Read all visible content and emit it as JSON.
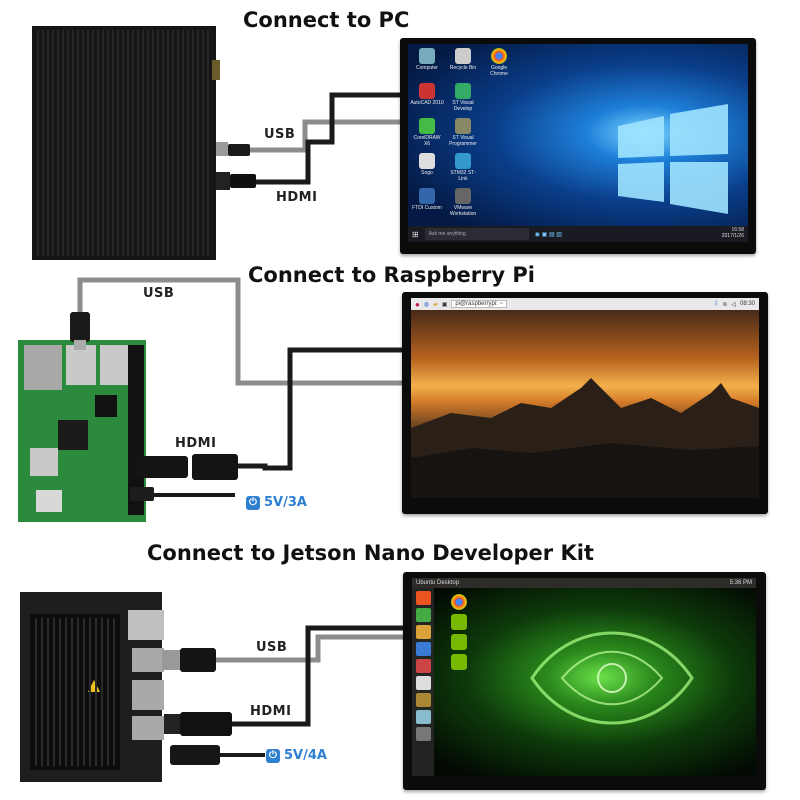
{
  "sections": {
    "pc": {
      "title": "Connect to PC",
      "usb_label": "USB",
      "hdmi_label": "HDMI"
    },
    "raspberry": {
      "title": "Connect to Raspberry Pi",
      "usb_label": "USB",
      "hdmi_label": "HDMI",
      "power_label": "5V/3A"
    },
    "jetson": {
      "title": "Connect to Jetson Nano Developer Kit",
      "usb_label": "USB",
      "hdmi_label": "HDMI",
      "power_label": "5V/4A"
    }
  },
  "pc_screen": {
    "icons": [
      "Computer",
      "Recycle Bin",
      "Google Chrome",
      "AutoCAD 2010",
      "ST Visual Develop",
      "CorelDRAW X6",
      "ST Visual Programmer",
      "Sogo",
      "STM32 ST-Link",
      "FTDI Custom",
      "VMware Workstation"
    ],
    "search_text": "Ask me anything",
    "clock": "16:58\n2017/1/26"
  },
  "rpi_screen": {
    "bar_text": "pi@raspberrypi: ~",
    "clock": "08:30"
  },
  "jetson_screen": {
    "bar_text": "Ubuntu Desktop",
    "clock": "5:36 PM"
  },
  "colors": {
    "power": "#2f7fd0",
    "hdmi_cable": "#1a1a1a",
    "usb_cable": "#8a8a8a"
  }
}
